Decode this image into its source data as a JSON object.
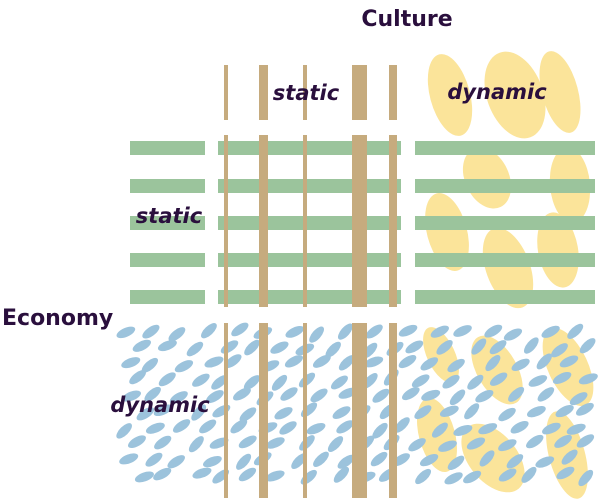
{
  "labels": {
    "culture": "Culture",
    "economy": "Economy",
    "culture_static": "static",
    "culture_dynamic": "dynamic",
    "economy_static": "static",
    "economy_dynamic": "dynamic"
  },
  "colors": {
    "text": "#2a0f3d",
    "green_stripe": "#9bc49c",
    "tan_stripe": "#c6ab7e",
    "yellow_blob": "#fbe49a",
    "blue_dash": "#9cc3dc",
    "background": "#ffffff"
  }
}
